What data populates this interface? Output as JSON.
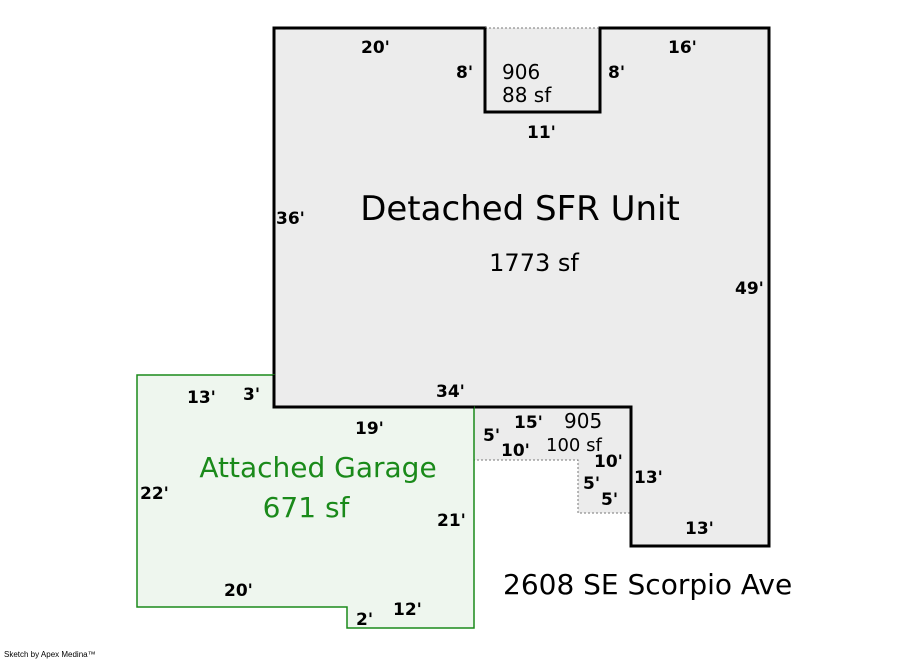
{
  "colors": {
    "unit_fill": "#ececec",
    "garage_fill": "#eef6ee",
    "garage_stroke": "#1a8a1a",
    "garage_text": "#1a8a1a",
    "outline": "#000000"
  },
  "unit": {
    "name": "Detached SFR Unit",
    "area": "1773 sf",
    "dims": {
      "top_left": "20'",
      "top_right": "16'",
      "left": "36'",
      "right": "49'",
      "bottom": "34'",
      "bottom_right": "13'",
      "step": "13'",
      "notch_left": "8'",
      "notch_right": "8'",
      "notch_bottom": "11'"
    }
  },
  "area_906": {
    "name": "906",
    "area": "88 sf"
  },
  "area_905": {
    "name": "905",
    "area": "100 sf",
    "dims": {
      "top": "15'",
      "left": "5'",
      "bottom": "10'",
      "right": "10'",
      "step_v": "5'",
      "step_h": "5'"
    }
  },
  "garage": {
    "name": "Attached Garage",
    "area": "671 sf",
    "dims": {
      "top": "13'",
      "top_step": "3'",
      "top_long": "19'",
      "left": "22'",
      "right": "21'",
      "bottom": "20'",
      "bottom_step": "2'",
      "bottom_right": "12'"
    }
  },
  "address": "2608 SE Scorpio Ave",
  "credit": "Sketch by Apex Medina™"
}
